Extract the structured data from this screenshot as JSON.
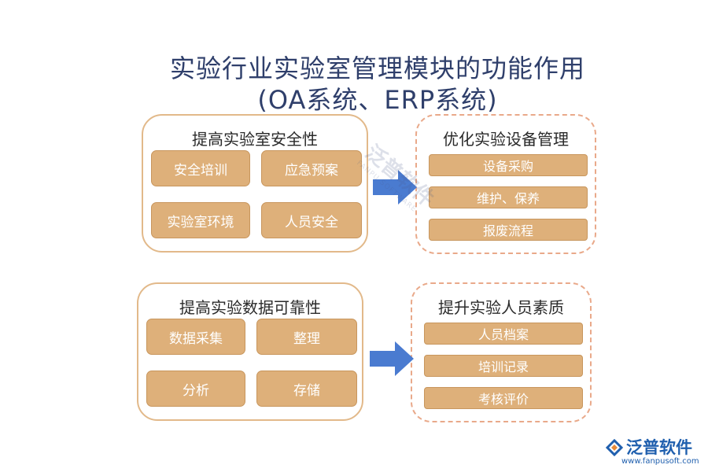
{
  "title": {
    "line1": "实验行业实验室管理模块的功能作用",
    "line2": "(OA系统、ERP系统)"
  },
  "panels": {
    "safety": {
      "title": "提高实验室安全性",
      "items": [
        "安全培训",
        "应急预案",
        "实验室环境",
        "人员安全"
      ]
    },
    "equipment": {
      "title": "优化实验设备管理",
      "items": [
        "设备采购",
        "维护、保养",
        "报废流程"
      ]
    },
    "data": {
      "title": "提高实验数据可靠性",
      "items": [
        "数据采集",
        "整理",
        "分析",
        "存储"
      ]
    },
    "staff": {
      "title": "提升实验人员素质",
      "items": [
        "人员档案",
        "培训记录",
        "考核评价"
      ]
    }
  },
  "watermark": {
    "name": "泛普软件",
    "en": "FANPU SOFTWARE"
  },
  "logo": {
    "name": "泛普软件",
    "url": "www.fanpusoft.com"
  },
  "colors": {
    "title": "#2f3f6b",
    "tile": "#deb07a",
    "panel_border": "#e2b98a",
    "arrow": "#4a7bd0",
    "logo": "#1f5fae"
  }
}
